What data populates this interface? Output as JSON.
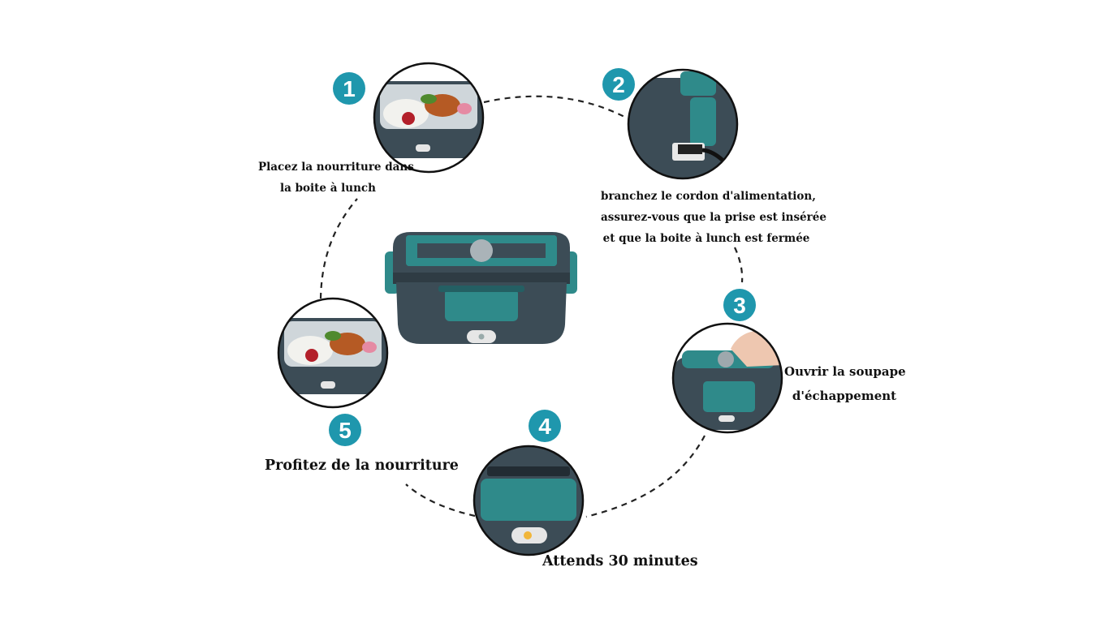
{
  "steps": [
    {
      "number": "1",
      "caption_line1": "Placez la nourriture dans",
      "caption_line2": "la boite à lunch"
    },
    {
      "number": "2",
      "caption_line1": "branchez le cordon d'alimentation,",
      "caption_line2": "assurez-vous que la prise est insérée",
      "caption_line3": "et que la boite à lunch est fermée"
    },
    {
      "number": "3",
      "caption_line1": "Ouvrir la soupape",
      "caption_line2": "d'échappement"
    },
    {
      "number": "4",
      "caption_line1": "Attends 30 minutes"
    },
    {
      "number": "5",
      "caption_line1": "Profitez de la nourriture"
    }
  ],
  "colors": {
    "badge": "#1f97ad",
    "box_body": "#3c4c56",
    "box_teal": "#2f8a8a",
    "ring": "#111111"
  }
}
